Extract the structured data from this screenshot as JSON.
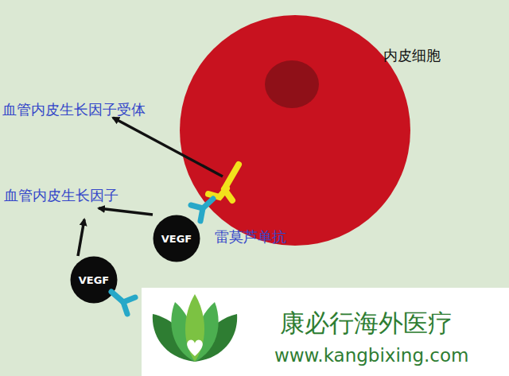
{
  "diagram": {
    "nodes": [
      {
        "text": [
          "内皮细胞"
        ]
      },
      {
        "text": [
          "VEGF"
        ]
      },
      {
        "text": [
          "VEGF"
        ]
      }
    ],
    "labels": [
      "血管内皮生长因子受体",
      "血管内皮生长因子",
      "雷莫芦单抗",
      "康必行海外医疗",
      "www.kangbixing.com"
    ]
  }
}
